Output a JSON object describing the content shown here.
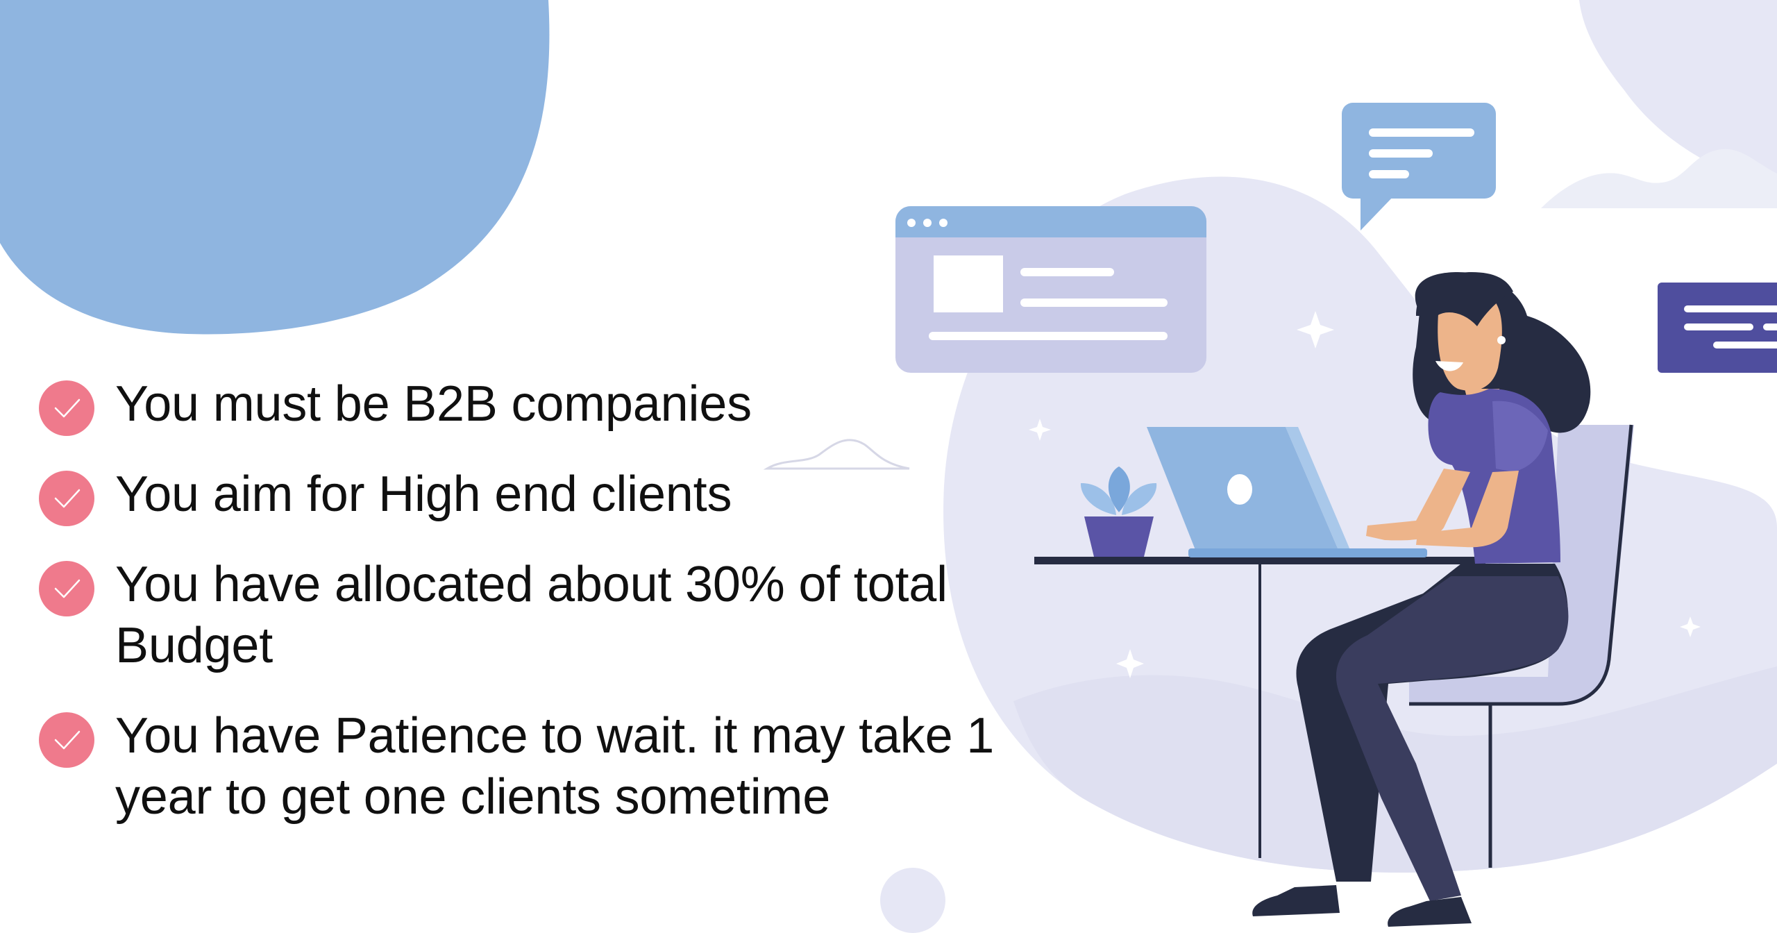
{
  "checklist": {
    "items": [
      {
        "text": "You must be B2B companies",
        "icon": "check-icon"
      },
      {
        "text": "You aim for High end clients",
        "icon": "check-icon"
      },
      {
        "text": "You have allocated about 30% of total Budget",
        "icon": "check-icon"
      },
      {
        "text": "You have Patience to wait. it may take 1 year to get one clients sometime",
        "icon": "check-icon"
      }
    ]
  },
  "colors": {
    "blob_blue": "#8fb5e0",
    "blob_lavender": "#e6e7f5",
    "check_pink": "#ef7a8c",
    "text": "#101010",
    "purple": "#5a54a6",
    "navy": "#262c42"
  }
}
